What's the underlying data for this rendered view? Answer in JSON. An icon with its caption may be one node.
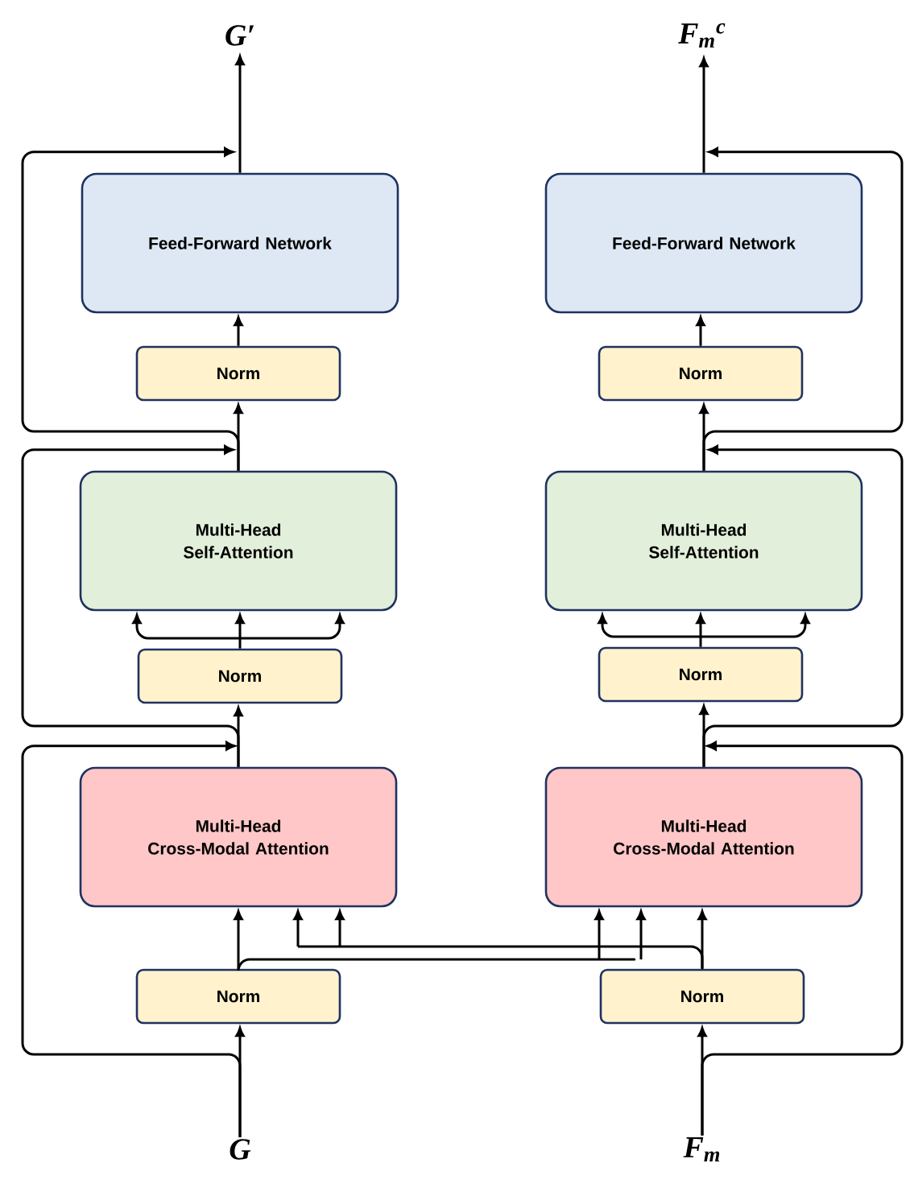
{
  "diagram": {
    "nodes": [
      {
        "text": [
          "G′"
        ]
      },
      {
        "text": [
          "F$_{m}$$^{c}$"
        ]
      },
      {
        "text": [
          "Feed-Forward Network"
        ]
      },
      {
        "text": [
          "Feed-Forward Network"
        ]
      },
      {
        "text": [
          "Norm"
        ]
      },
      {
        "text": [
          "Norm"
        ]
      },
      {
        "text": [
          "Multi-Head Self-Attention"
        ]
      },
      {
        "text": [
          "Multi-Head Self-Attention"
        ]
      },
      {
        "text": [
          "Norm"
        ]
      },
      {
        "text": [
          "Norm"
        ]
      },
      {
        "text": [
          "Multi-Head Cross-Modal Attention"
        ]
      },
      {
        "text": [
          "Multi-Head Cross-Modal Attention"
        ]
      },
      {
        "text": [
          "Norm"
        ]
      },
      {
        "text": [
          "Norm"
        ]
      },
      {
        "text": [
          "G"
        ]
      },
      {
        "text": [
          "F$_{m}$"
        ]
      }
    ],
    "edges": [
      {
        "from": 2,
        "to": 0,
        "arrow": "to"
      },
      {
        "from": 3,
        "to": 1,
        "arrow": "to"
      },
      {
        "from": 4,
        "to": 2,
        "arrow": "to"
      },
      {
        "from": 5,
        "to": 3,
        "arrow": "to"
      },
      {
        "from": 6,
        "to": 4,
        "arrow": "to"
      },
      {
        "from": 7,
        "to": 5,
        "arrow": "to"
      },
      {
        "from": 8,
        "to": 6,
        "arrow": "to"
      },
      {
        "from": 9,
        "to": 7,
        "arrow": "to"
      },
      {
        "from": 10,
        "to": 8,
        "arrow": "to"
      },
      {
        "from": 11,
        "to": 9,
        "arrow": "to"
      },
      {
        "from": 12,
        "to": 10,
        "arrow": "to"
      },
      {
        "from": 13,
        "to": 11,
        "arrow": "to"
      },
      {
        "from": 12,
        "to": 11,
        "arrow": "to"
      },
      {
        "from": 13,
        "to": 10,
        "arrow": "to"
      },
      {
        "from": 14,
        "to": 12,
        "arrow": "to"
      },
      {
        "from": 15,
        "to": 13,
        "arrow": "to"
      },
      {
        "from": 14,
        "to": 10,
        "arrow": "to"
      },
      {
        "from": 10,
        "to": 6,
        "arrow": "to"
      },
      {
        "from": 6,
        "to": 2,
        "arrow": "to"
      },
      {
        "from": 15,
        "to": 11,
        "arrow": "to"
      },
      {
        "from": 11,
        "to": 7,
        "arrow": "to"
      },
      {
        "from": 7,
        "to": 3,
        "arrow": "to"
      }
    ]
  }
}
